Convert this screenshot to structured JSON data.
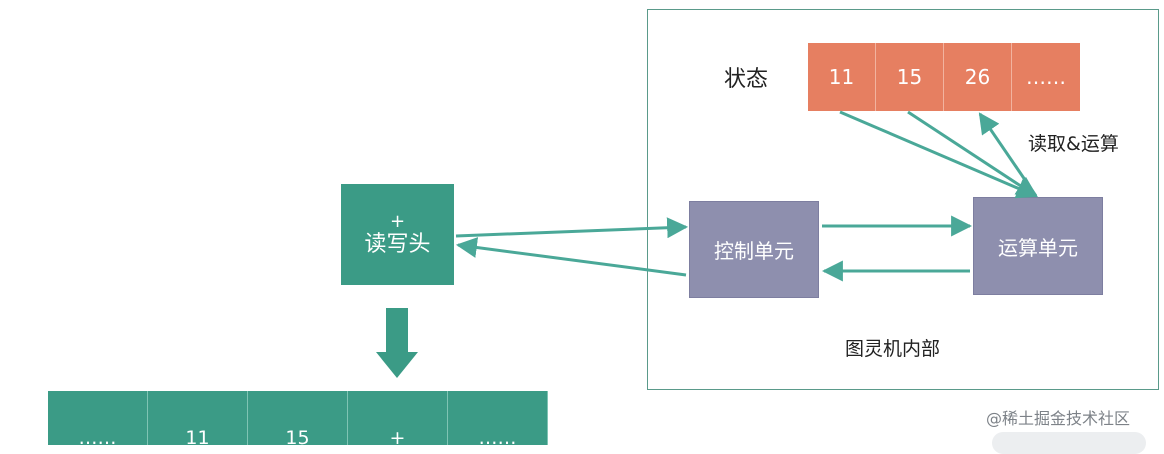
{
  "state": {
    "label": "状态",
    "cells": [
      "11",
      "15",
      "26",
      "……"
    ]
  },
  "read_compute_label": "读取&运算",
  "control_unit_label": "控制单元",
  "alu_label": "运算单元",
  "inner_label": "图灵机内部",
  "head": {
    "symbol": "+",
    "label": "读写头"
  },
  "tape_cells": [
    "……",
    "11",
    "15",
    "+",
    "……"
  ],
  "watermark": "@稀土掘金技术社区",
  "colors": {
    "teal": "#3b9b86",
    "arrow": "#4aa898",
    "state": "#e67f61",
    "unit": "#8e8fae",
    "frame": "#5a9a8a"
  }
}
